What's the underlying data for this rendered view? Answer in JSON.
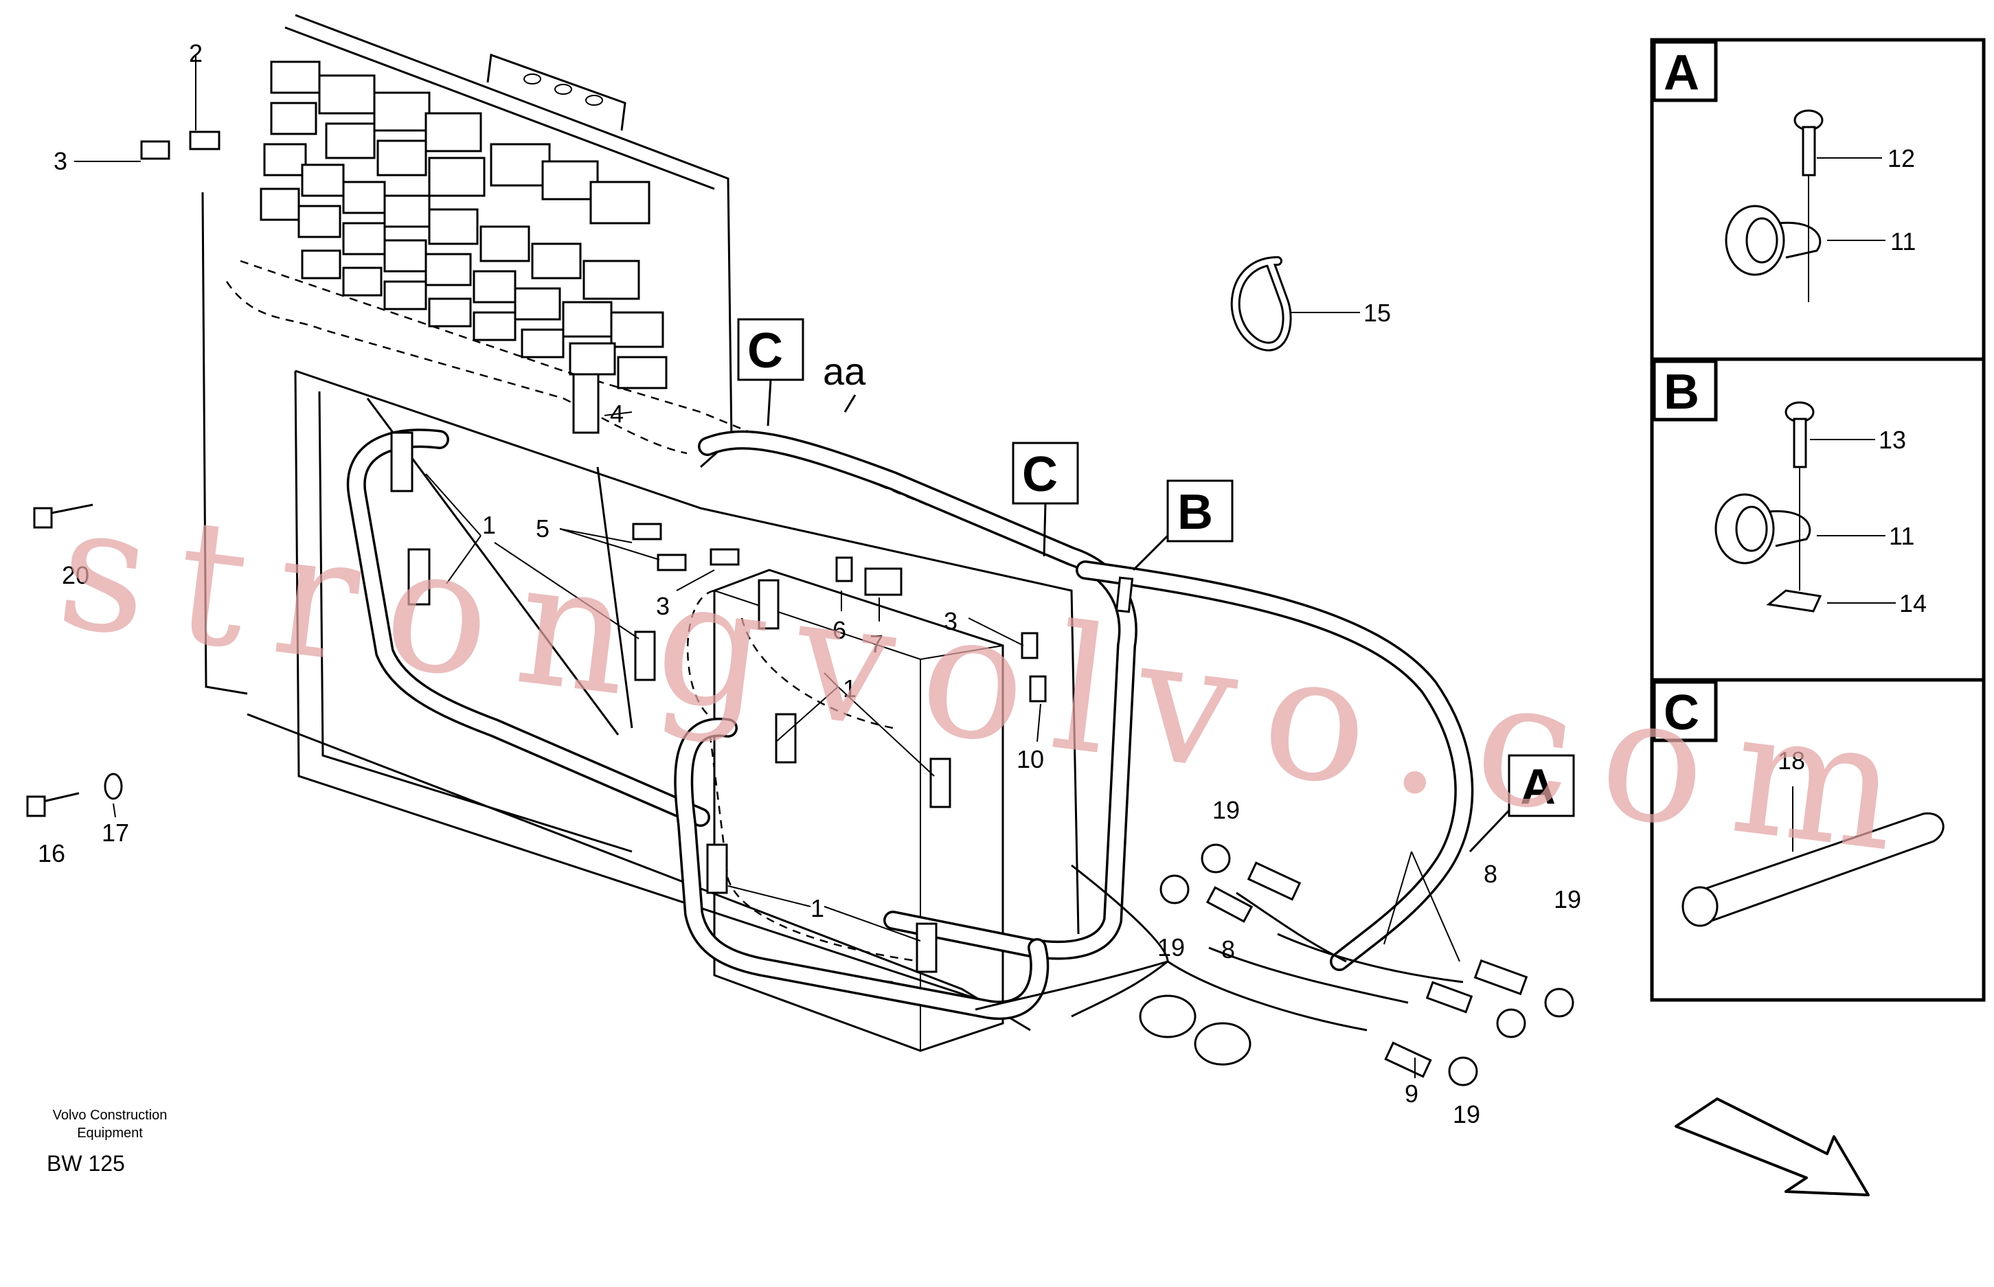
{
  "callouts": {
    "n1": "1",
    "n2": "2",
    "n3": "3",
    "n4": "4",
    "n5": "5",
    "n6": "6",
    "n7": "7",
    "n8": "8",
    "n9": "9",
    "n10": "10",
    "n11": "11",
    "n12": "12",
    "n13": "13",
    "n14": "14",
    "n15": "15",
    "n16": "16",
    "n17": "17",
    "n18": "18",
    "n19": "19",
    "n20": "20",
    "aa": "aa"
  },
  "detail_labels": {
    "A": "A",
    "B": "B",
    "C": "C"
  },
  "footer": {
    "maker_line1": "Volvo Construction",
    "maker_line2": "Equipment",
    "drawing_code": "BW 125"
  },
  "watermark": "strongvolvo.com"
}
